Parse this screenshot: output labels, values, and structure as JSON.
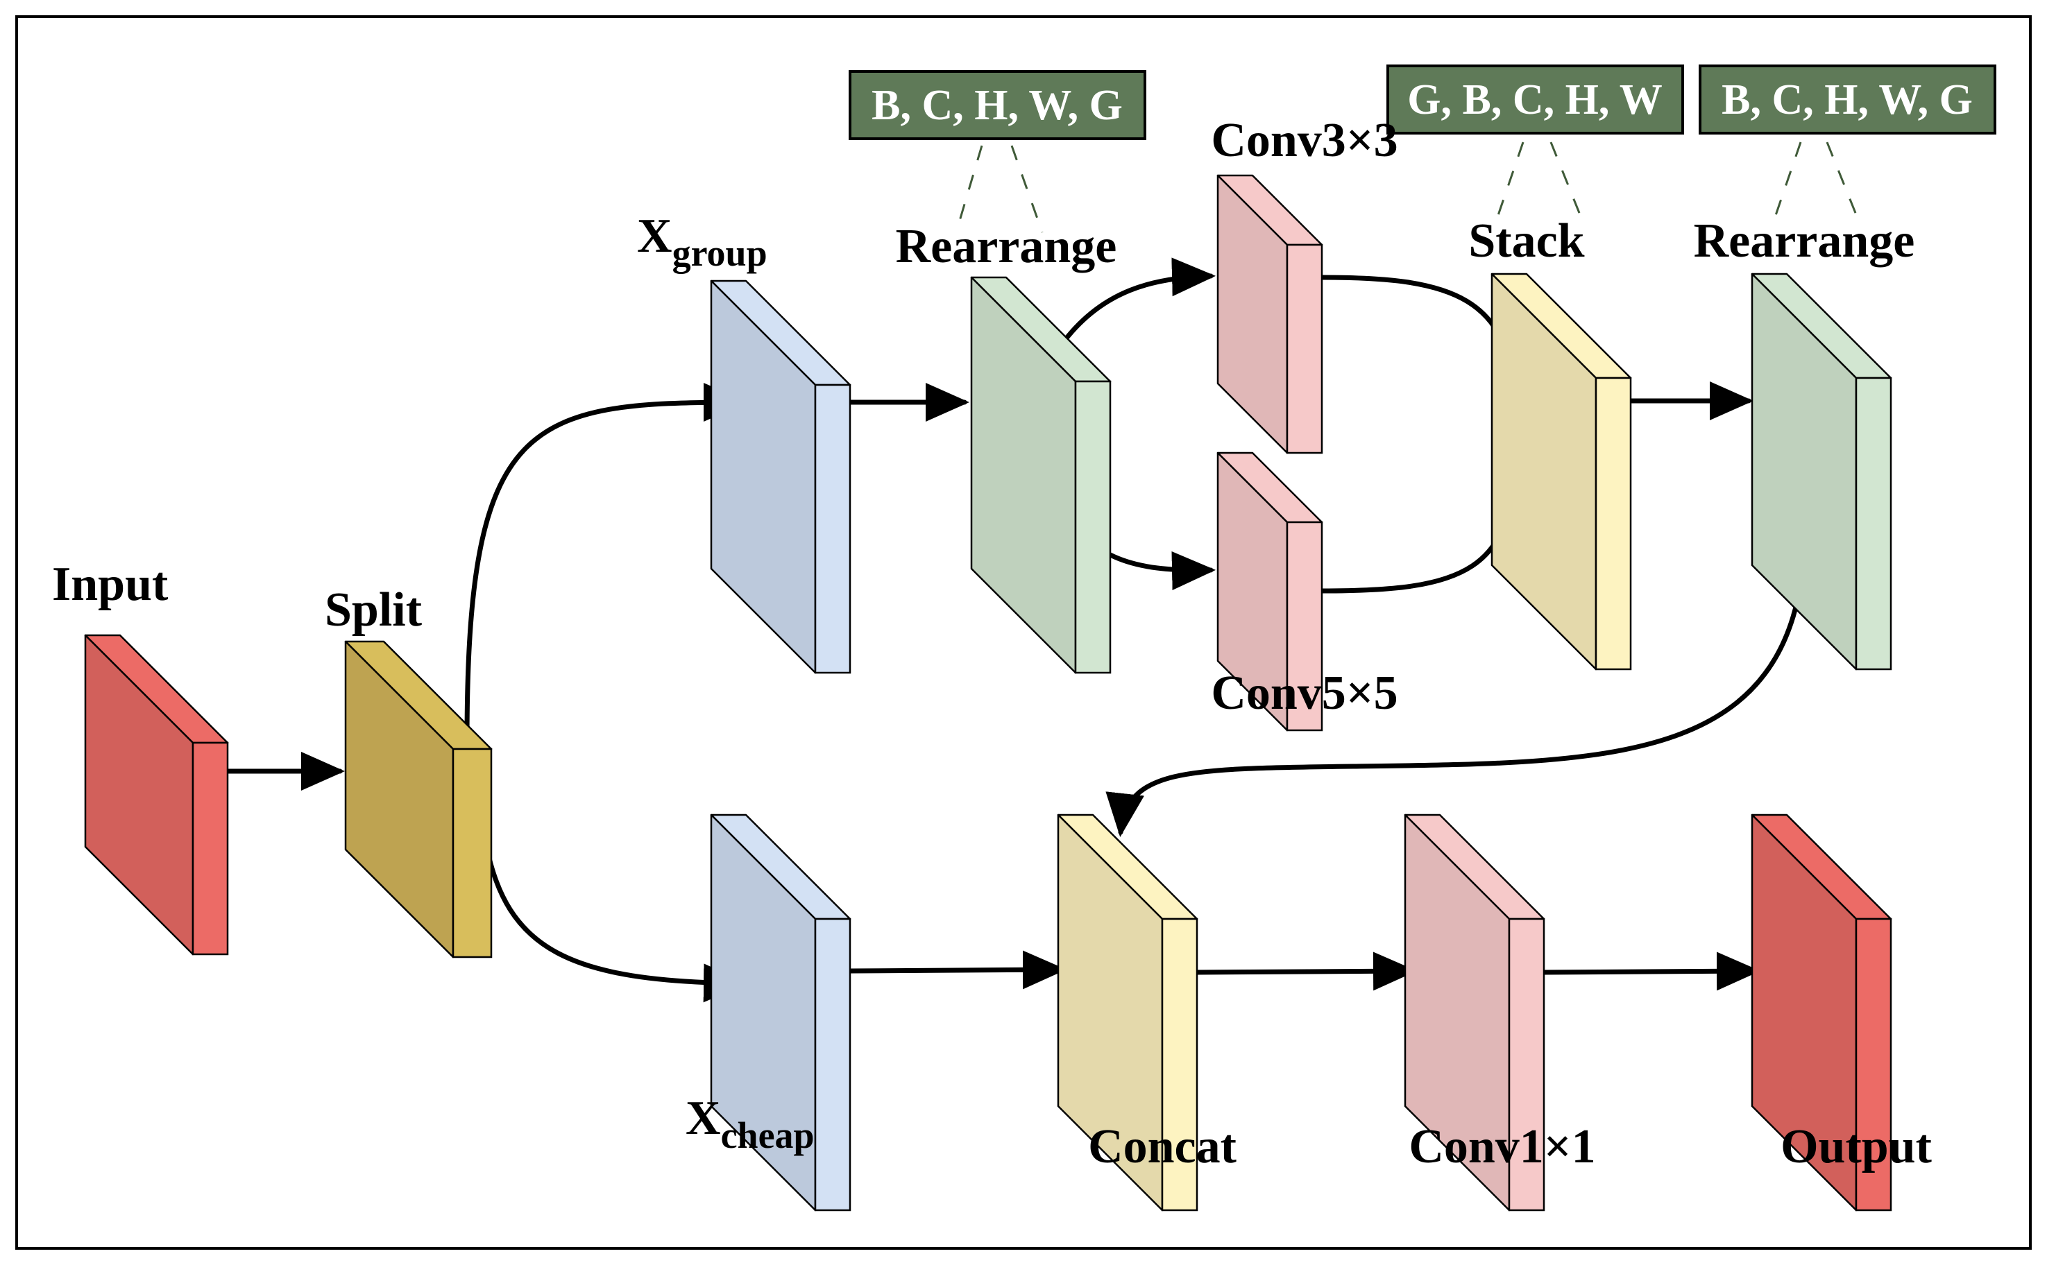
{
  "diagram": {
    "nodes": {
      "input": {
        "label": "Input",
        "front": "#d2605b",
        "side": "#ec6b66"
      },
      "split": {
        "label": "Split",
        "front": "#bea351",
        "side": "#d8be5c"
      },
      "xgroup": {
        "label_main": "X",
        "label_sub": "group",
        "front": "#bcc9dc",
        "side": "#d3e1f4"
      },
      "xcheap": {
        "label_main": "X",
        "label_sub": "cheap",
        "front": "#bcc9dc",
        "side": "#d3e1f4"
      },
      "rearrange1": {
        "label": "Rearrange",
        "front": "#bfd1bd",
        "side": "#d2e6d1"
      },
      "conv3": {
        "label": "Conv3×3",
        "front": "#e0b7b7",
        "side": "#f6c9c9"
      },
      "conv5": {
        "label": "Conv5×5",
        "front": "#e0b7b7",
        "side": "#f6c9c9"
      },
      "stack": {
        "label": "Stack",
        "front": "#e4d9ab",
        "side": "#fdf3c1"
      },
      "rearrange2": {
        "label": "Rearrange",
        "front": "#bfd1bd",
        "side": "#d2e6d1"
      },
      "concat": {
        "label": "Concat",
        "front": "#e4d9ab",
        "side": "#fdf3c1"
      },
      "conv1": {
        "label": "Conv1×1",
        "front": "#e0b7b7",
        "side": "#f6c9c9"
      },
      "output": {
        "label": "Output",
        "front": "#d2605b",
        "side": "#ec6b66"
      }
    },
    "shape_tags": {
      "rearrange1": "B, C, H, W, G",
      "stack": "G, B, C, H, W",
      "rearrange2": "B, C, H, W, G"
    },
    "tag_color": "#5f7a58"
  }
}
